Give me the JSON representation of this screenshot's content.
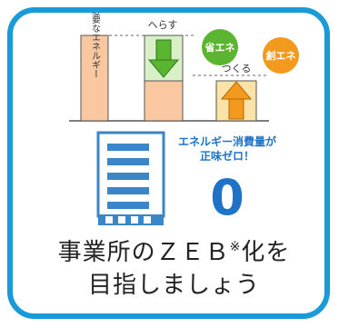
{
  "diagram": {
    "required_energy_label": "必要なエネルギー",
    "reduce_label": "へらす",
    "create_label": "つくる",
    "save_energy_badge": "省エネ",
    "create_energy_badge": "創エネ",
    "net_zero_text_line1": "エネルギー消費量が",
    "net_zero_text_line2": "正味ゼロ！",
    "net_zero_value": "0"
  },
  "caption": {
    "line1_prefix": "事業所のＺＥＢ",
    "line1_mark": "※",
    "line1_suffix": "化を",
    "line2": "目指しましょう"
  },
  "colors": {
    "border": "#1a9ad6",
    "peach": "#f9c8a0",
    "green": "#5cb531",
    "orange": "#f39a1e",
    "zero_blue": "#1e73c8",
    "building_blue": "#3a86c8"
  }
}
